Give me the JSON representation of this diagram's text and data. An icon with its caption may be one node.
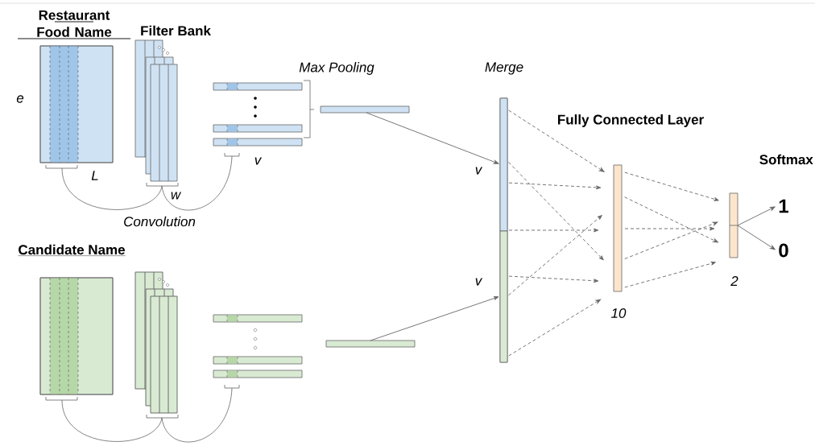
{
  "diagram": {
    "nodes": [
      {
        "text": [
          "Restaurant Food Name"
        ],
        "beside": [
          "e",
          "L"
        ]
      },
      {
        "text": [
          "Filter Bank"
        ],
        "beside": [
          "w"
        ]
      },
      {
        "text": [],
        "shape": "bar",
        "beside": [
          "v"
        ]
      },
      {
        "text": [],
        "shape": "bar"
      },
      {
        "text": [
          "Candidate Name"
        ]
      },
      {
        "text": [],
        "shape": "box"
      },
      {
        "text": [],
        "shape": "bar"
      },
      {
        "text": [],
        "shape": "bar"
      },
      {
        "text": [
          "Merge"
        ]
      },
      {
        "text": [],
        "shape": "bar",
        "in": 8,
        "beside": [
          "v"
        ]
      },
      {
        "text": [],
        "shape": "bar",
        "in": 8,
        "beside": [
          "v"
        ]
      },
      {
        "text": [
          "Fully Connected Layer"
        ],
        "beside": [
          "10"
        ]
      },
      {
        "text": [
          "Softmax"
        ],
        "beside": [
          "2"
        ]
      },
      {
        "text": [
          "1"
        ]
      },
      {
        "text": [
          "0"
        ]
      }
    ],
    "edges": [
      {
        "from": 3,
        "to": 9,
        "arrow": "to"
      },
      {
        "from": 7,
        "to": 10,
        "arrow": "to"
      },
      {
        "from": 9,
        "to": 11,
        "arrow": "to",
        "style": "dashed"
      },
      {
        "from": 9,
        "to": 11,
        "arrow": "to",
        "style": "dashed"
      },
      {
        "from": 9,
        "to": 11,
        "arrow": "to",
        "style": "dashed"
      },
      {
        "from": 8,
        "to": 11,
        "arrow": "to",
        "style": "dashed"
      },
      {
        "from": 10,
        "to": 11,
        "arrow": "to",
        "style": "dashed"
      },
      {
        "from": 10,
        "to": 11,
        "arrow": "to",
        "style": "dashed"
      },
      {
        "from": 10,
        "to": 11,
        "arrow": "to",
        "style": "dashed"
      },
      {
        "from": 11,
        "to": 12,
        "arrow": "to",
        "style": "dashed"
      },
      {
        "from": 11,
        "to": 12,
        "arrow": "to",
        "style": "dashed"
      },
      {
        "from": 11,
        "to": 12,
        "arrow": "to",
        "style": "dashed"
      },
      {
        "from": 11,
        "to": 12,
        "arrow": "to",
        "style": "dashed"
      },
      {
        "from": 11,
        "to": 12,
        "arrow": "to",
        "style": "dashed"
      },
      {
        "from": 12,
        "to": 13,
        "arrow": "to"
      },
      {
        "from": 12,
        "to": 14,
        "arrow": "to"
      },
      {
        "from": 0,
        "to": 1,
        "arrow": "none"
      },
      {
        "from": 1,
        "to": 2,
        "arrow": "none"
      },
      {
        "from": 4,
        "to": 5,
        "arrow": "none"
      },
      {
        "from": 5,
        "to": 6,
        "arrow": "none"
      }
    ],
    "labels": [
      "Max Pooling",
      "Convolution"
    ]
  }
}
